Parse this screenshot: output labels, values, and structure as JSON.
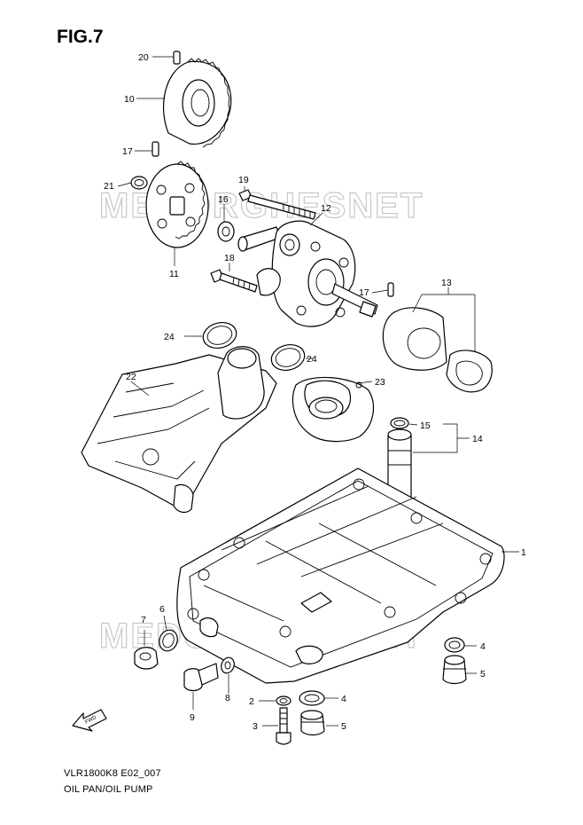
{
  "figure": {
    "title": "FIG.7",
    "code": "VLR1800K8 E02_007",
    "name": "OIL PAN/OIL PUMP",
    "watermark": "MEDORGHESNET",
    "direction_arrow_label": "FWD"
  },
  "callouts": [
    {
      "id": "c20",
      "label": "20"
    },
    {
      "id": "c10",
      "label": "10"
    },
    {
      "id": "c17a",
      "label": "17"
    },
    {
      "id": "c21",
      "label": "21"
    },
    {
      "id": "c19",
      "label": "19"
    },
    {
      "id": "c16",
      "label": "16"
    },
    {
      "id": "c12",
      "label": "12"
    },
    {
      "id": "c11",
      "label": "11"
    },
    {
      "id": "c18",
      "label": "18"
    },
    {
      "id": "c17b",
      "label": "17"
    },
    {
      "id": "c13",
      "label": "13"
    },
    {
      "id": "c24a",
      "label": "24"
    },
    {
      "id": "c24b",
      "label": "24"
    },
    {
      "id": "c22",
      "label": "22"
    },
    {
      "id": "c23",
      "label": "23"
    },
    {
      "id": "c15",
      "label": "15"
    },
    {
      "id": "c14",
      "label": "14"
    },
    {
      "id": "c1",
      "label": "1"
    },
    {
      "id": "c7",
      "label": "7"
    },
    {
      "id": "c6",
      "label": "6"
    },
    {
      "id": "c4a",
      "label": "4"
    },
    {
      "id": "c5a",
      "label": "5"
    },
    {
      "id": "c8",
      "label": "8"
    },
    {
      "id": "c2",
      "label": "2"
    },
    {
      "id": "c4b",
      "label": "4"
    },
    {
      "id": "c9",
      "label": "9"
    },
    {
      "id": "c3",
      "label": "3"
    },
    {
      "id": "c5b",
      "label": "5"
    }
  ]
}
